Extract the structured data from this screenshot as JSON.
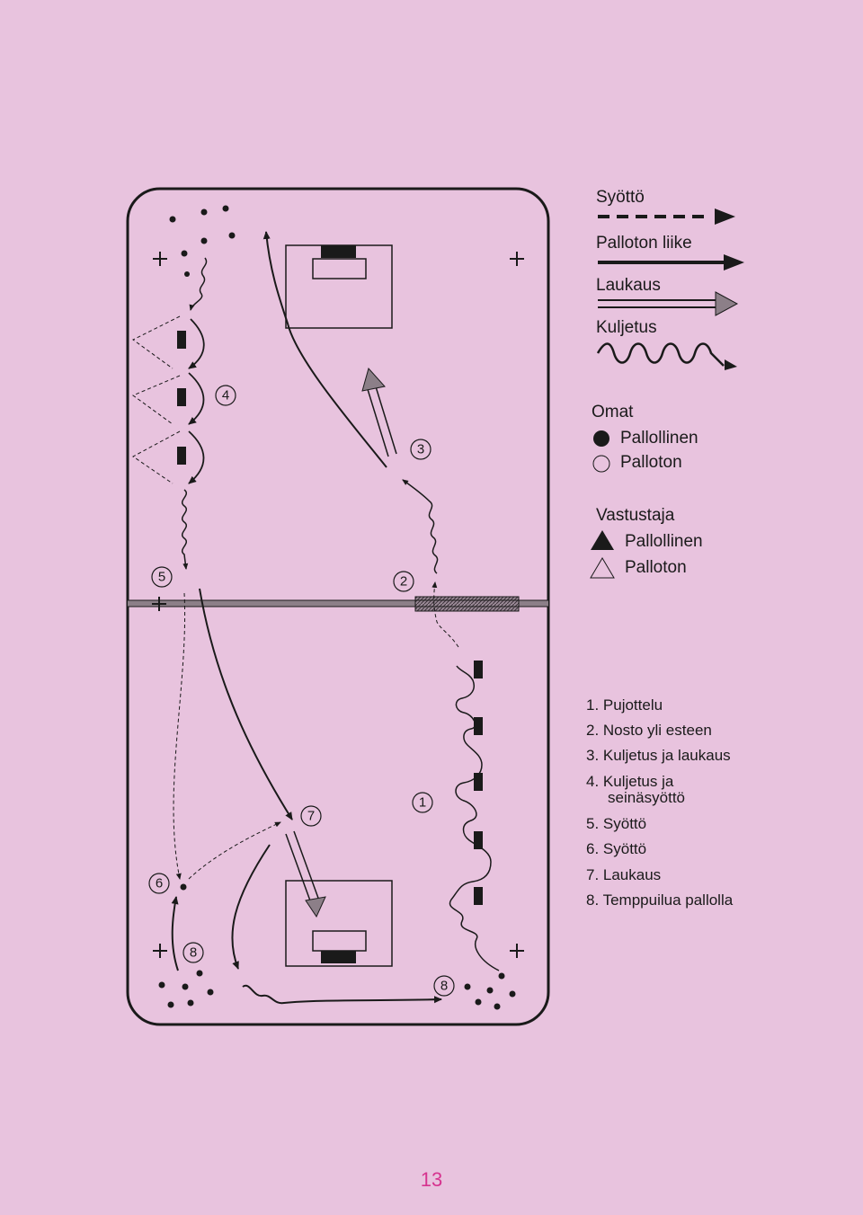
{
  "legend": {
    "syotto": "Syöttö",
    "palloton_liike": "Palloton liike",
    "laukaus": "Laukaus",
    "kuljetus": "Kuljetus",
    "omat_title": "Omat",
    "omat_pallollinen": "Pallollinen",
    "omat_palloton": "Palloton",
    "vastustaja_title": "Vastustaja",
    "vastustaja_pallollinen": "Pallollinen",
    "vastustaja_palloton": "Palloton"
  },
  "drills": [
    "1. Pujottelu",
    "2. Nosto yli esteen",
    "3. Kuljetus ja laukaus",
    "4. Kuljetus ja",
    "seinäsyöttö",
    "5. Syöttö",
    "6. Syöttö",
    "7. Laukaus",
    "8. Temppuilua pallolla"
  ],
  "stations": {
    "s1": "1",
    "s2": "2",
    "s3": "3",
    "s4": "4",
    "s5": "5",
    "s6": "6",
    "s7": "7",
    "s8a": "8",
    "s8b": "8"
  },
  "page_number": "13",
  "colors": {
    "background": "#e8c3de",
    "page_number": "#d6338f",
    "ink": "#1a1a1a"
  }
}
